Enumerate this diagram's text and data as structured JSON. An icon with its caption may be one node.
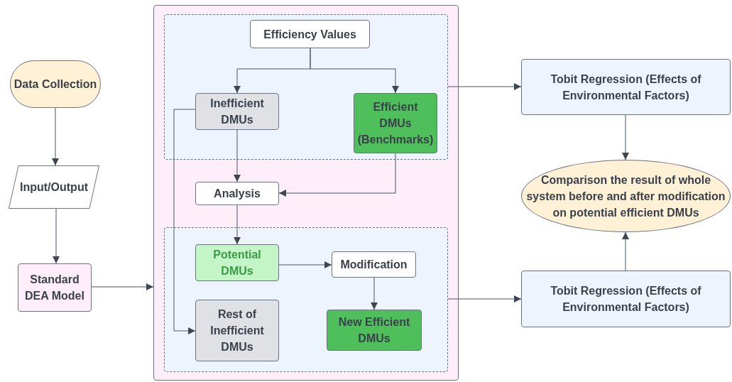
{
  "diagram": {
    "nodes": [
      {
        "text": [
          "Data Collection"
        ]
      },
      {
        "text": [
          "Input/Output"
        ]
      },
      {
        "text": [
          "Standard DEA Model"
        ]
      },
      {
        "text": [],
        "shape": "box"
      },
      {
        "text": [],
        "shape": "box",
        "in": 3
      },
      {
        "text": [
          "Efficiency Values"
        ],
        "in": 4
      },
      {
        "text": [
          "Inefficient DMUs"
        ],
        "in": 4
      },
      {
        "text": [
          "Efficient DMUs (Benchmarks)"
        ],
        "in": 4
      },
      {
        "text": [
          "Analysis"
        ],
        "in": 3
      },
      {
        "text": [],
        "shape": "box",
        "in": 3
      },
      {
        "text": [
          "Potential DMUs"
        ],
        "in": 9
      },
      {
        "text": [
          "Modification"
        ],
        "in": 9
      },
      {
        "text": [
          "Rest of Inefficient DMUs"
        ],
        "in": 9
      },
      {
        "text": [
          "New Efficient DMUs"
        ],
        "in": 9
      },
      {
        "text": [
          "Tobit Regression (Effects of Environmental Factors)"
        ]
      },
      {
        "text": [
          "Comparison the result of whole system before and after modification on potential efficient DMUs"
        ]
      },
      {
        "text": [
          "Tobit Regression (Effects of Environmental Factors)"
        ]
      }
    ],
    "edges": [
      {
        "from": 0,
        "to": 1,
        "arrow": "to"
      },
      {
        "from": 1,
        "to": 2,
        "arrow": "to"
      },
      {
        "from": 2,
        "to": 3,
        "arrow": "to"
      },
      {
        "from": 5,
        "to": 6,
        "arrow": "to"
      },
      {
        "from": 5,
        "to": 7,
        "arrow": "to"
      },
      {
        "from": 6,
        "to": 8,
        "arrow": "to"
      },
      {
        "from": 7,
        "to": 8,
        "arrow": "to"
      },
      {
        "from": 8,
        "to": 10,
        "arrow": "to"
      },
      {
        "from": 6,
        "to": 12,
        "arrow": "to"
      },
      {
        "from": 10,
        "to": 11,
        "arrow": "to"
      },
      {
        "from": 11,
        "to": 13,
        "arrow": "to"
      },
      {
        "from": 4,
        "to": 14,
        "arrow": "to"
      },
      {
        "from": 9,
        "to": 16,
        "arrow": "to"
      },
      {
        "from": 14,
        "to": 15,
        "arrow": "to"
      },
      {
        "from": 16,
        "to": 15,
        "arrow": "to"
      }
    ]
  }
}
